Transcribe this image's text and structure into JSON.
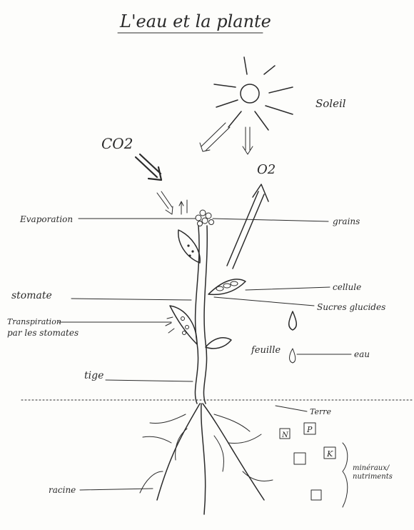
{
  "title": "L'eau et la plante",
  "labels": {
    "soleil": "Soleil",
    "co2": "CO2",
    "o2": "O2",
    "evaporation": "Evaporation",
    "grains": "grains",
    "stomate": "stomate",
    "transpiration_line1": "Transpiration",
    "transpiration_line2": "par les stomates",
    "cellule": "cellule",
    "sucres": "Sucres glucides",
    "feuille": "feuille",
    "eau": "eau",
    "tige": "tige",
    "terre": "Terre",
    "mineraux_line1": "minéraux/",
    "mineraux_line2": "nutriments",
    "racine": "racine"
  },
  "mineral_boxes": [
    {
      "letter": "N"
    },
    {
      "letter": "P"
    },
    {
      "letter": "K"
    },
    {
      "letter": ""
    },
    {
      "letter": ""
    }
  ]
}
